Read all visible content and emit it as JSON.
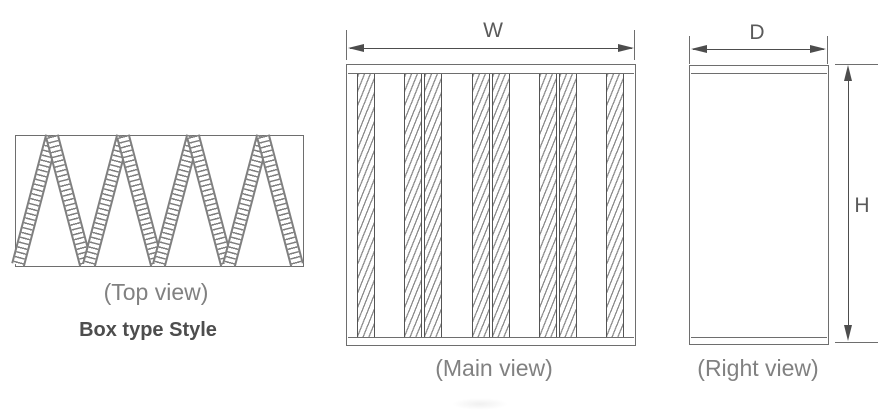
{
  "views": {
    "top": {
      "caption": "(Top view)",
      "style_label": "Box type Style"
    },
    "main": {
      "caption": "(Main view)",
      "width_label": "W"
    },
    "right": {
      "caption": "(Right view)",
      "depth_label": "D",
      "height_label": "H"
    }
  },
  "colors": {
    "outline": "#6e6e6e",
    "strip_border": "#555555",
    "hatch": "#8e8e8e",
    "dimension": "#4d4d4d",
    "caption_text": "#818181",
    "style_label_text": "#4d4d4d",
    "background": "#ffffff"
  }
}
